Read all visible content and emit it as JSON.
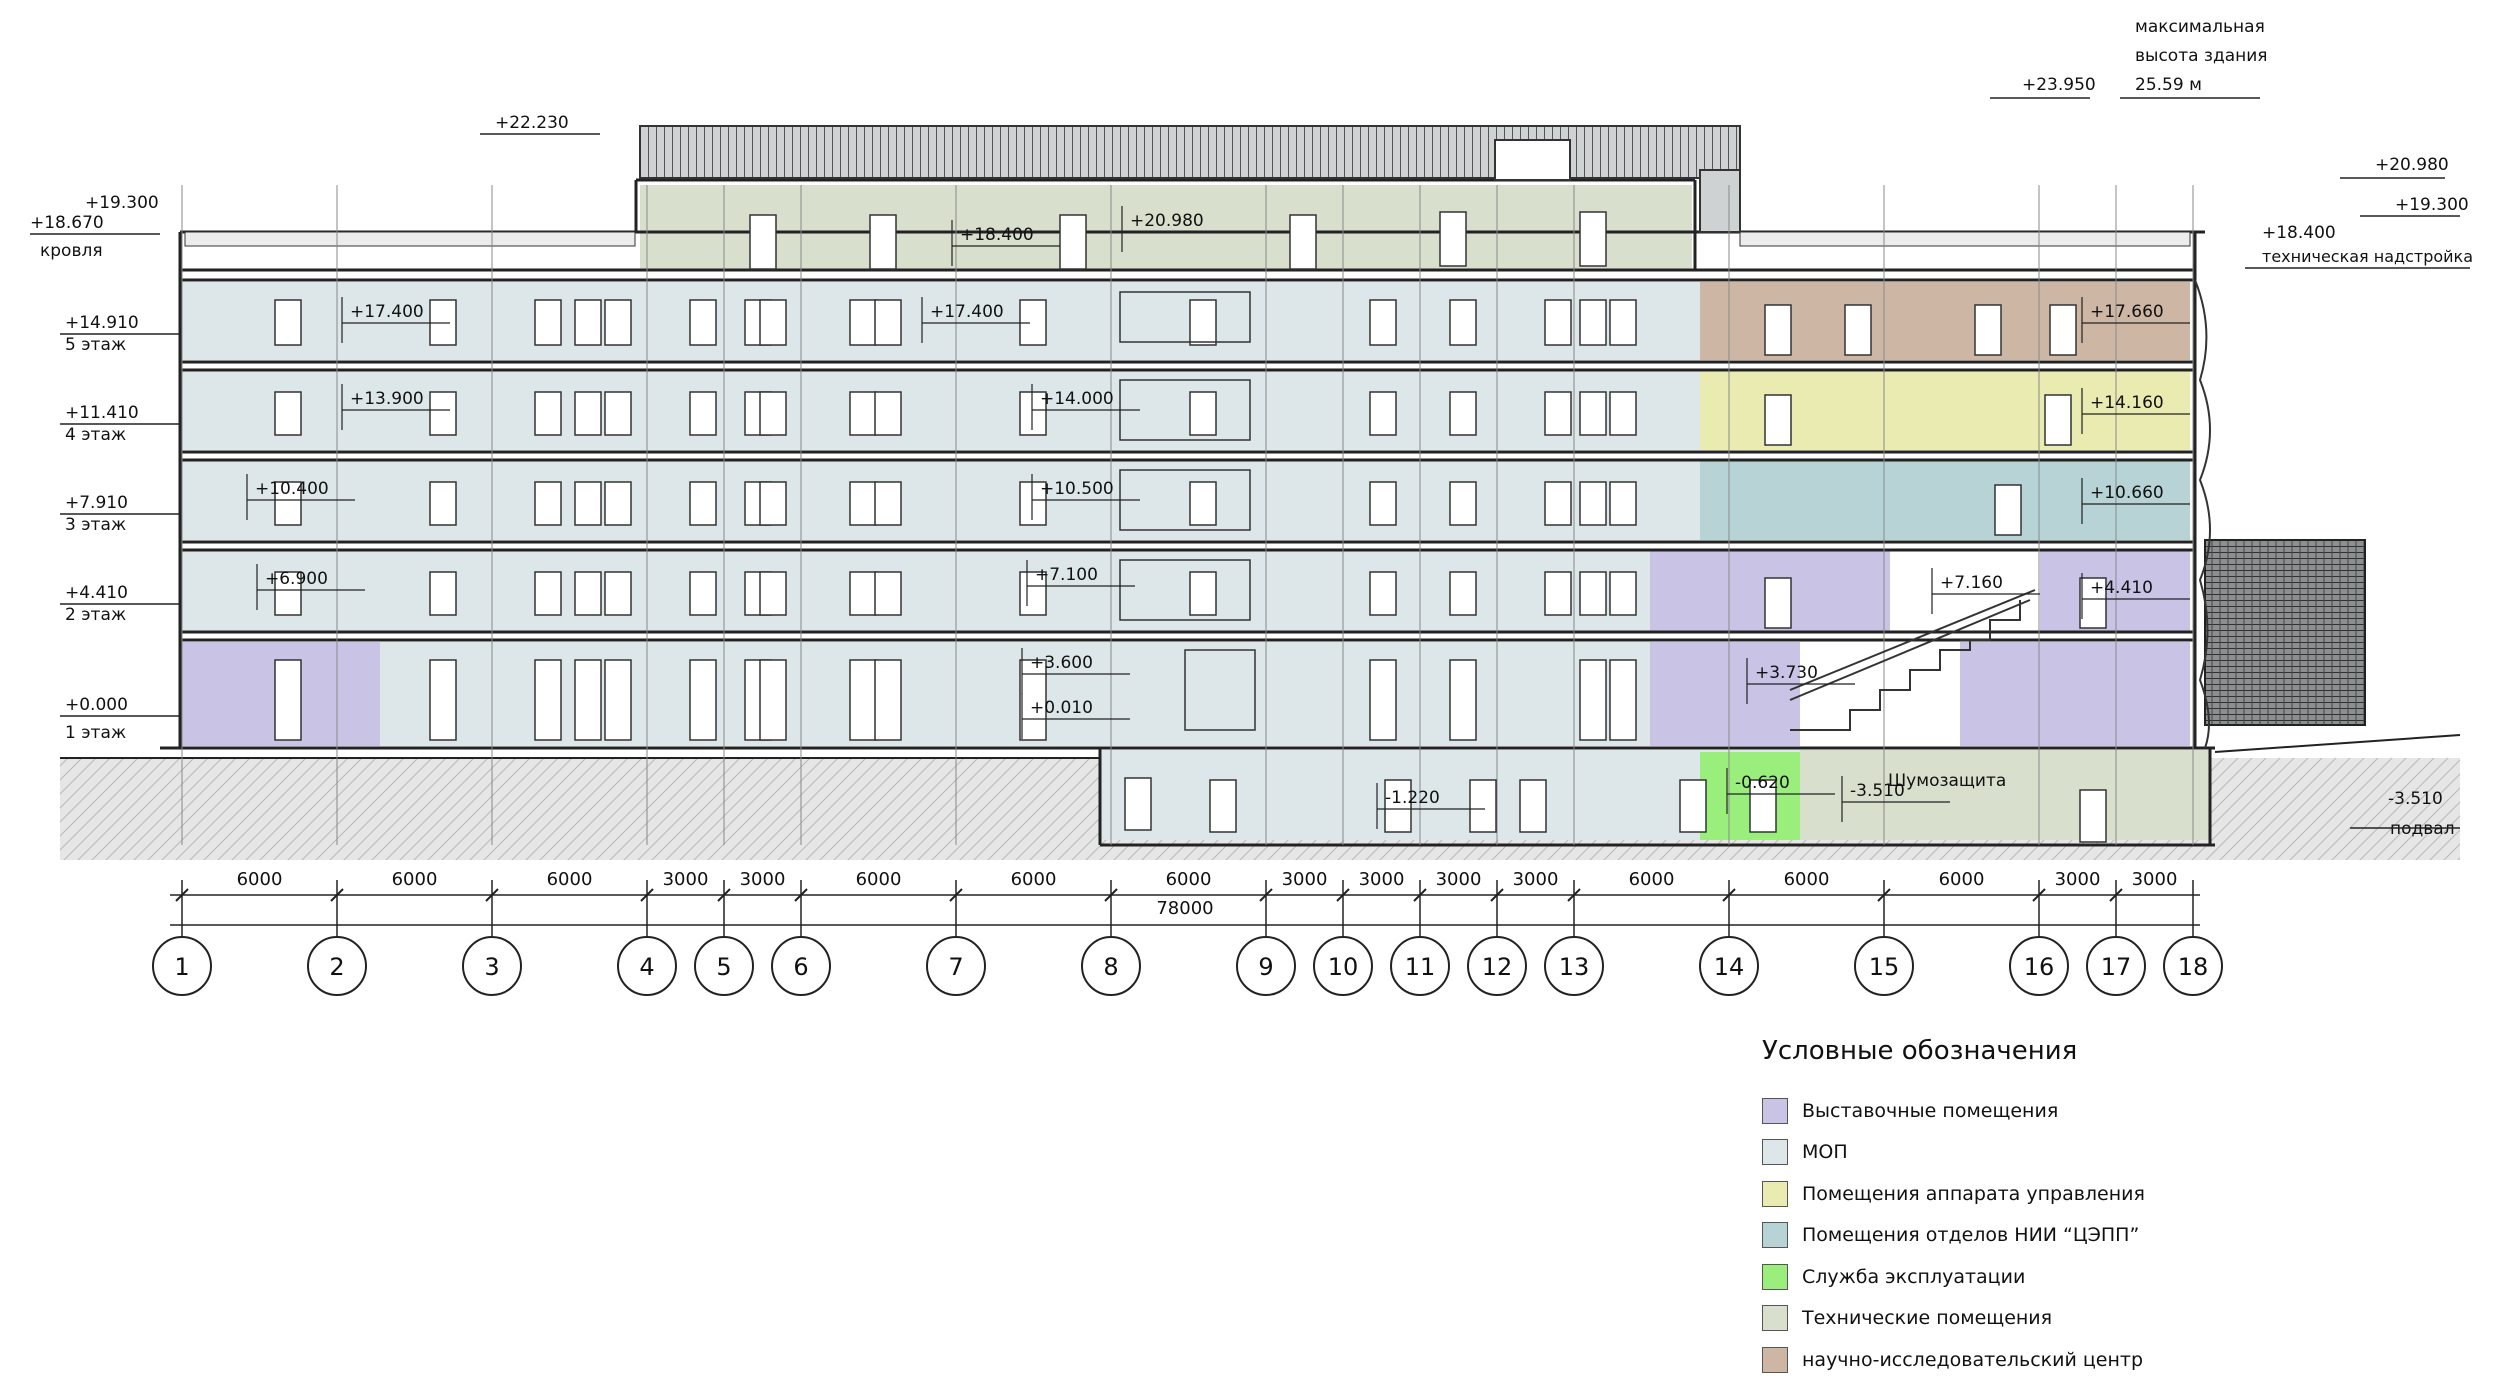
{
  "colors": {
    "exhibition": "#c9c3e6",
    "mop": "#dde7ea",
    "management": "#e9ebb1",
    "nii": "#b8d3d6",
    "service": "#9aef7c",
    "technical": "#d8dfcd",
    "research": "#cdb7a4",
    "ground": "#e4e4e4"
  },
  "levels": {
    "roof": {
      "mark": "+18.670",
      "name": "кровля"
    },
    "roof_top": "+19.300",
    "f5": {
      "mark": "+14.910",
      "name": "5 этаж"
    },
    "f4": {
      "mark": "+11.410",
      "name": "4 этаж"
    },
    "f3": {
      "mark": "+7.910",
      "name": "3 этаж"
    },
    "f2": {
      "mark": "+4.410",
      "name": "2 этаж"
    },
    "f1": {
      "mark": "+0.000",
      "name": "1 этаж"
    },
    "basement": {
      "mark": "-3.510",
      "name": "подвал"
    },
    "tech_add": {
      "mark": "+18.400",
      "name": "техническая надстройка"
    },
    "right_top1": "+20.980",
    "right_top2": "+19.300"
  },
  "top_marks": {
    "tower": "+22.230",
    "max": "+23.950",
    "max_note_1": "максимальная",
    "max_note_2": "высота здания",
    "max_note_3": "25.59 м"
  },
  "section_marks": [
    "+18.400",
    "+20.980",
    "+17.400",
    "+17.400",
    "+13.900",
    "+14.000",
    "+10.400",
    "+10.500",
    "+6.900",
    "+7.100",
    "+3.600",
    "+0.010",
    "+17.660",
    "+14.160",
    "+10.660",
    "+7.160",
    "+4.410",
    "+3.730",
    "-1.220",
    "-0.620",
    "-3.510"
  ],
  "noise_label": "Шумозащита",
  "axes": [
    "1",
    "2",
    "3",
    "4",
    "5",
    "6",
    "7",
    "8",
    "9",
    "10",
    "11",
    "12",
    "13",
    "14",
    "15",
    "16",
    "17",
    "18"
  ],
  "spans": [
    "6000",
    "6000",
    "6000",
    "3000",
    "3000",
    "6000",
    "6000",
    "6000",
    "3000",
    "3000",
    "3000",
    "3000",
    "6000",
    "6000",
    "6000",
    "3000",
    "3000"
  ],
  "total_span": "78000",
  "legend": {
    "title": "Условные обозначения",
    "items": [
      {
        "label": "Выставочные помещения",
        "color": "#c9c3e6"
      },
      {
        "label": "МОП",
        "color": "#dde7ea"
      },
      {
        "label": "Помещения аппарата управления",
        "color": "#e9ebb1"
      },
      {
        "label": "Помещения отделов НИИ “ЦЭПП”",
        "color": "#b8d3d6"
      },
      {
        "label": "Служба эксплуатации",
        "color": "#9aef7c"
      },
      {
        "label": "Технические помещения",
        "color": "#d8dfcd"
      },
      {
        "label": "научно-исследовательский центр",
        "color": "#cdb7a4"
      }
    ]
  }
}
